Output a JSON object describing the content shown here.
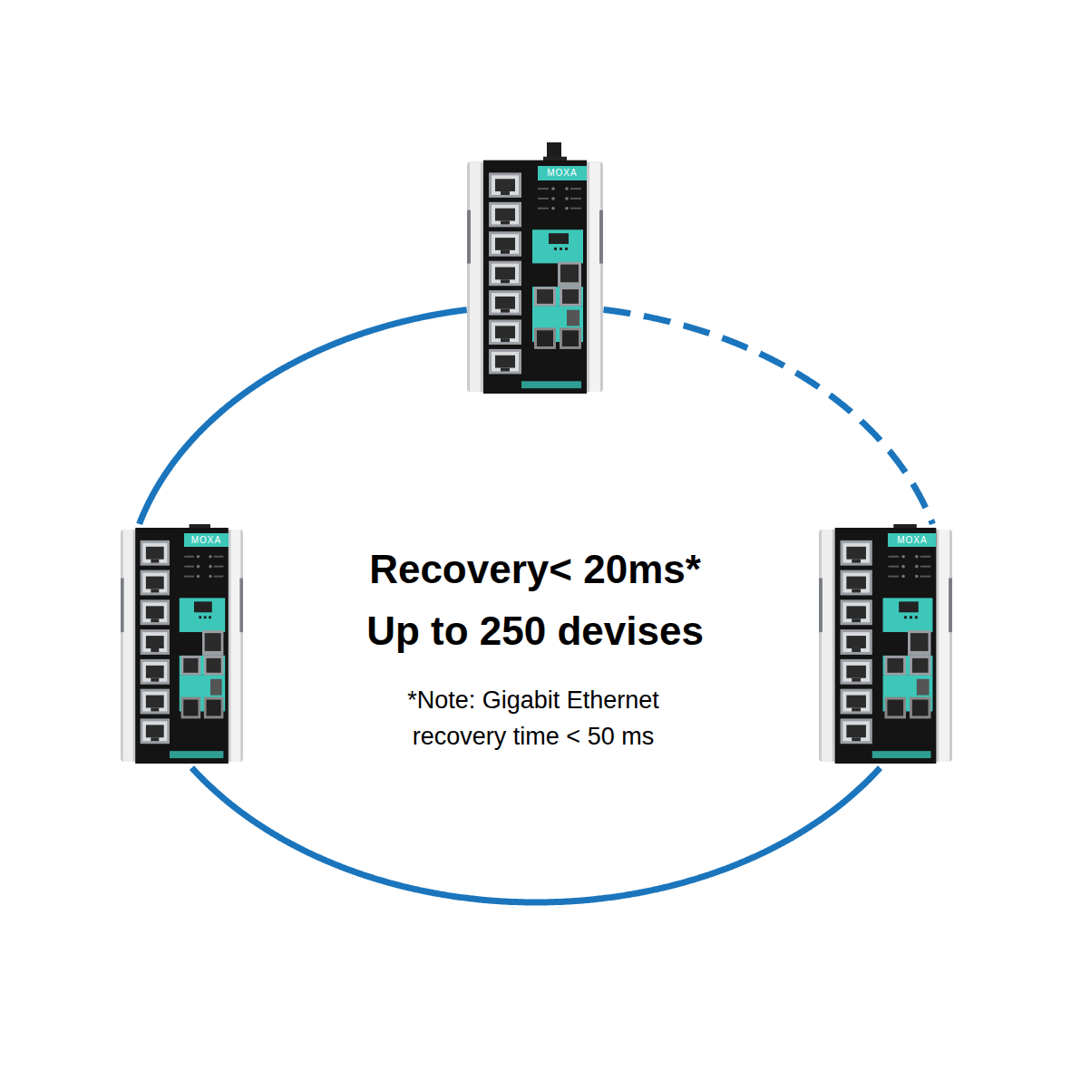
{
  "diagram": {
    "nodes": [
      {
        "text": [
          "MOXA"
        ]
      },
      {
        "text": [
          "MOXA"
        ]
      },
      {
        "text": [
          "MOXA"
        ]
      }
    ],
    "edges": [
      {
        "from": 1,
        "to": 0,
        "arrow": "none"
      },
      {
        "from": 0,
        "to": 2,
        "arrow": "none"
      },
      {
        "from": 2,
        "to": 1,
        "arrow": "none"
      }
    ],
    "labels": [
      "Recovery< 20ms*",
      "Up to 250 devises",
      "*Note: Gigabit Ethernet recovery time < 50 ms"
    ]
  }
}
